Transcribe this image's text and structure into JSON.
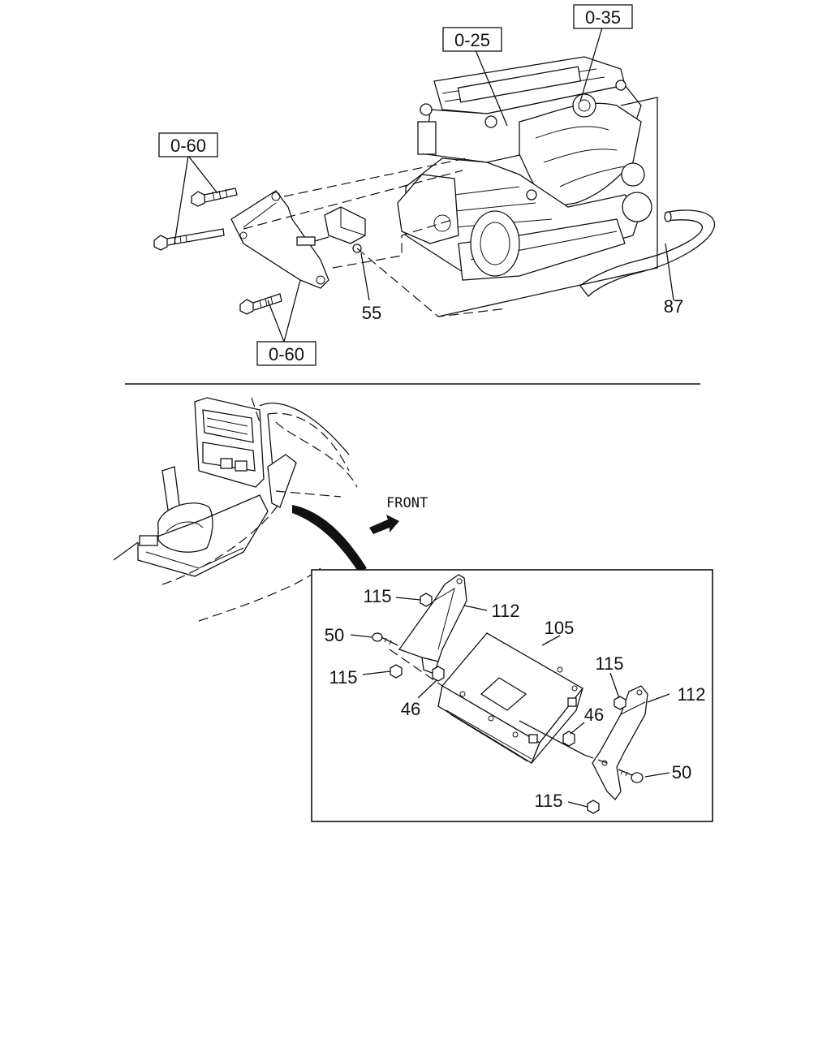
{
  "top_section": {
    "refs": {
      "ref_0_35": "0-35",
      "ref_0_25": "0-25",
      "ref_0_60_upper": "0-60",
      "ref_0_60_lower": "0-60"
    },
    "callouts": {
      "sensor": "55",
      "hose": "87"
    }
  },
  "bottom_section": {
    "direction_label": "FRONT",
    "detail": {
      "ecu": "105",
      "bracket_left": "112",
      "bracket_right": "112",
      "nut_top_left": "115",
      "nut_mid_left": "115",
      "nut_top_right": "115",
      "nut_bottom_right": "115",
      "screw_left": "50",
      "screw_right": "50",
      "grommet_left": "46",
      "grommet_right": "46"
    }
  }
}
